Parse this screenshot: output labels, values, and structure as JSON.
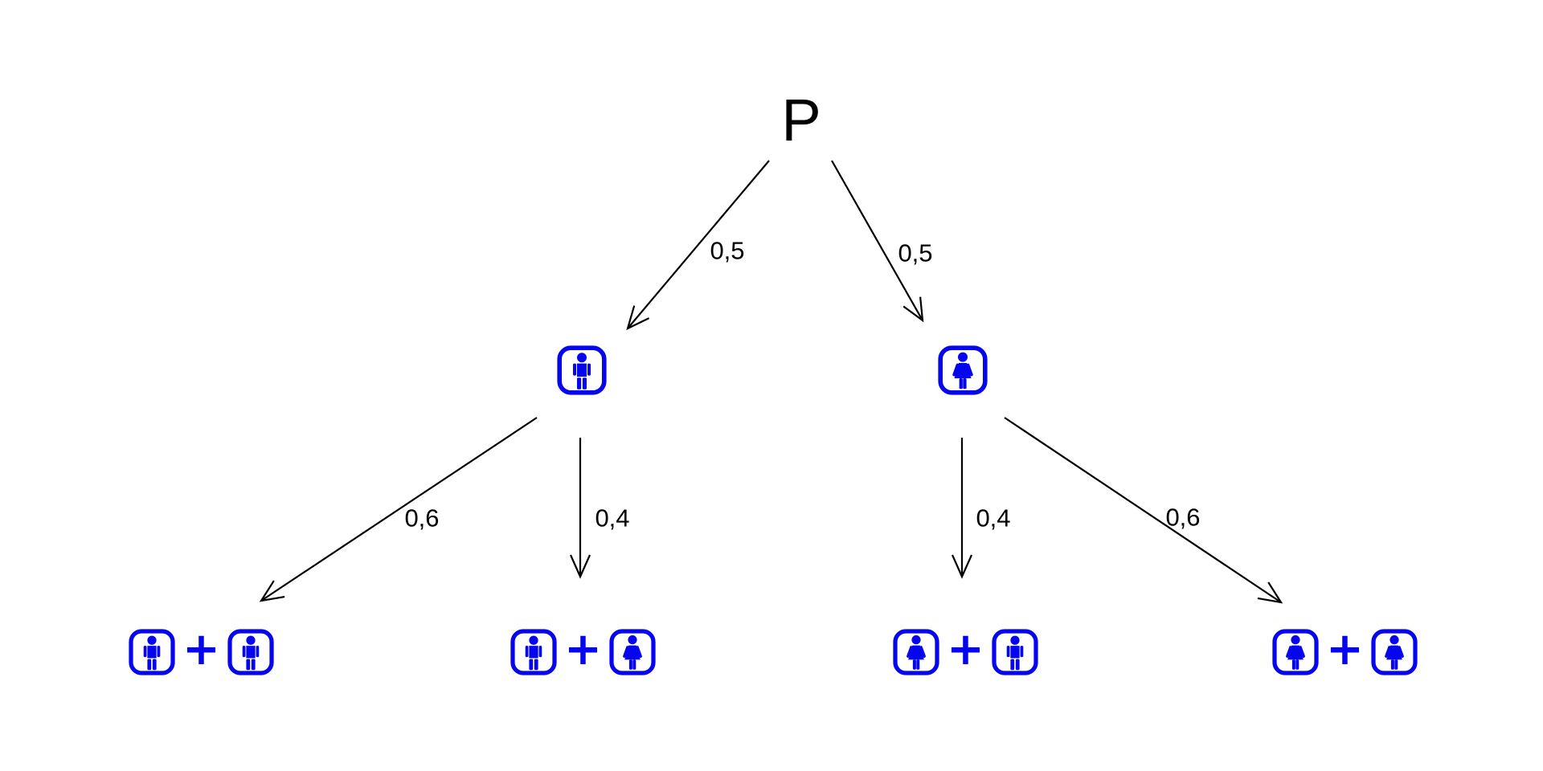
{
  "diagram": {
    "root": {
      "label": "P"
    },
    "plus_sign": "+",
    "colors": {
      "icon_blue": "#0505ee",
      "line_black": "#000000",
      "background": "#ffffff"
    },
    "level1": [
      {
        "id": "male",
        "icon": "male-icon",
        "probability": "0,5"
      },
      {
        "id": "female",
        "icon": "female-icon",
        "probability": "0,5"
      }
    ],
    "level2": [
      {
        "parent": "male",
        "probability": "0,6",
        "pair": [
          "male",
          "male"
        ]
      },
      {
        "parent": "male",
        "probability": "0,4",
        "pair": [
          "male",
          "female"
        ]
      },
      {
        "parent": "female",
        "probability": "0,4",
        "pair": [
          "female",
          "male"
        ]
      },
      {
        "parent": "female",
        "probability": "0,6",
        "pair": [
          "female",
          "female"
        ]
      }
    ]
  }
}
